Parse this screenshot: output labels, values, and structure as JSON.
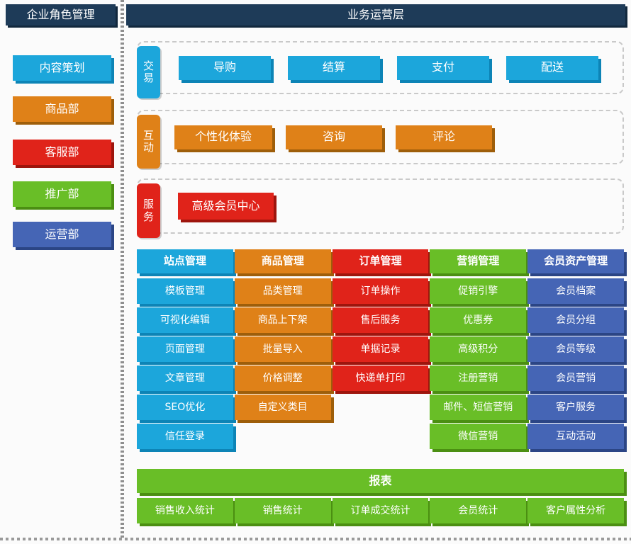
{
  "colors": {
    "navy": "#1e3b58",
    "blue": "#1ca6db",
    "blue_shadow": "#0d84b6",
    "orange": "#df8118",
    "orange_shadow": "#9e5e0a",
    "red": "#e0231a",
    "red_shadow": "#9e150d",
    "green": "#69be27",
    "green_shadow": "#4b8f12",
    "indigo": "#4565b5",
    "indigo_shadow": "#2b4585",
    "background": "#fbfbfb",
    "dashed_border": "#c9c9c9"
  },
  "sidebar": {
    "title": "企业角色管理",
    "items": [
      {
        "label": "内容策划",
        "color": "blue"
      },
      {
        "label": "商品部",
        "color": "orange"
      },
      {
        "label": "客服部",
        "color": "red"
      },
      {
        "label": "推广部",
        "color": "green"
      },
      {
        "label": "运营部",
        "color": "indigo"
      }
    ]
  },
  "main": {
    "title": "业务运营层",
    "rows": [
      {
        "tab": "交易",
        "color": "blue",
        "buttons": [
          {
            "label": "导购",
            "color": "blue"
          },
          {
            "label": "结算",
            "color": "blue"
          },
          {
            "label": "支付",
            "color": "blue"
          },
          {
            "label": "配送",
            "color": "blue"
          }
        ]
      },
      {
        "tab": "互动",
        "color": "orange",
        "buttons": [
          {
            "label": "个性化体验",
            "color": "orange"
          },
          {
            "label": "咨询",
            "color": "orange"
          },
          {
            "label": "评论",
            "color": "orange"
          }
        ]
      },
      {
        "tab": "服务",
        "color": "red",
        "buttons": [
          {
            "label": "高级会员中心",
            "color": "red"
          }
        ]
      }
    ],
    "columns": [
      {
        "header": "站点管理",
        "color": "blue",
        "items": [
          "模板管理",
          "可视化编辑",
          "页面管理",
          "文章管理",
          "SEO优化",
          "信任登录"
        ]
      },
      {
        "header": "商品管理",
        "color": "orange",
        "items": [
          "品类管理",
          "商品上下架",
          "批量导入",
          "价格调整",
          "自定义类目"
        ]
      },
      {
        "header": "订单管理",
        "color": "red",
        "items": [
          "订单操作",
          "售后服务",
          "单据记录",
          "快递单打印"
        ]
      },
      {
        "header": "营销管理",
        "color": "green",
        "items": [
          "促销引擎",
          "优惠券",
          "高级积分",
          "注册营销",
          "邮件、短信营销",
          "微信营销"
        ]
      },
      {
        "header": "会员资产管理",
        "color": "indigo",
        "items": [
          "会员档案",
          "会员分组",
          "会员等级",
          "会员营销",
          "客户服务",
          "互动活动"
        ]
      }
    ],
    "report": {
      "header": "报表",
      "color": "green",
      "items": [
        "销售收入统计",
        "销售统计",
        "订单成交统计",
        "会员统计",
        "客户属性分析"
      ]
    }
  }
}
